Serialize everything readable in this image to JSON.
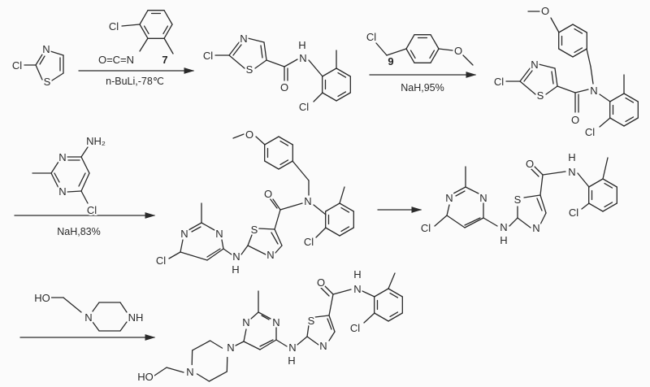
{
  "conditions": [
    "n-BuLi,-78℃",
    "NaH,95%",
    "NaH,83%"
  ],
  "compound_numbers": [
    "7",
    "9"
  ],
  "atoms": {
    "start": [
      "Cl",
      "N",
      "S"
    ],
    "reagent7": [
      "Cl",
      "O=C=N"
    ],
    "product1": [
      "Cl",
      "N",
      "S",
      "O",
      "N",
      "H",
      "Cl"
    ],
    "reagent9": [
      "Cl",
      "O"
    ],
    "product2": [
      "Cl",
      "N",
      "S",
      "O",
      "N",
      "Cl",
      "O"
    ],
    "reagent_aminopyrimidine": [
      "N",
      "N",
      "NH₂",
      "Cl"
    ],
    "product3": [
      "N",
      "N",
      "Cl",
      "N",
      "H",
      "S",
      "N",
      "O",
      "N",
      "O",
      "Cl"
    ],
    "product4": [
      "N",
      "N",
      "Cl",
      "N",
      "H",
      "S",
      "N",
      "O",
      "N",
      "H",
      "Cl"
    ],
    "reagent_piperazine": [
      "HO",
      "N",
      "NH"
    ],
    "product5": [
      "HO",
      "N",
      "N",
      "N",
      "N",
      "N",
      "H",
      "S",
      "N",
      "O",
      "N",
      "H",
      "Cl"
    ]
  }
}
